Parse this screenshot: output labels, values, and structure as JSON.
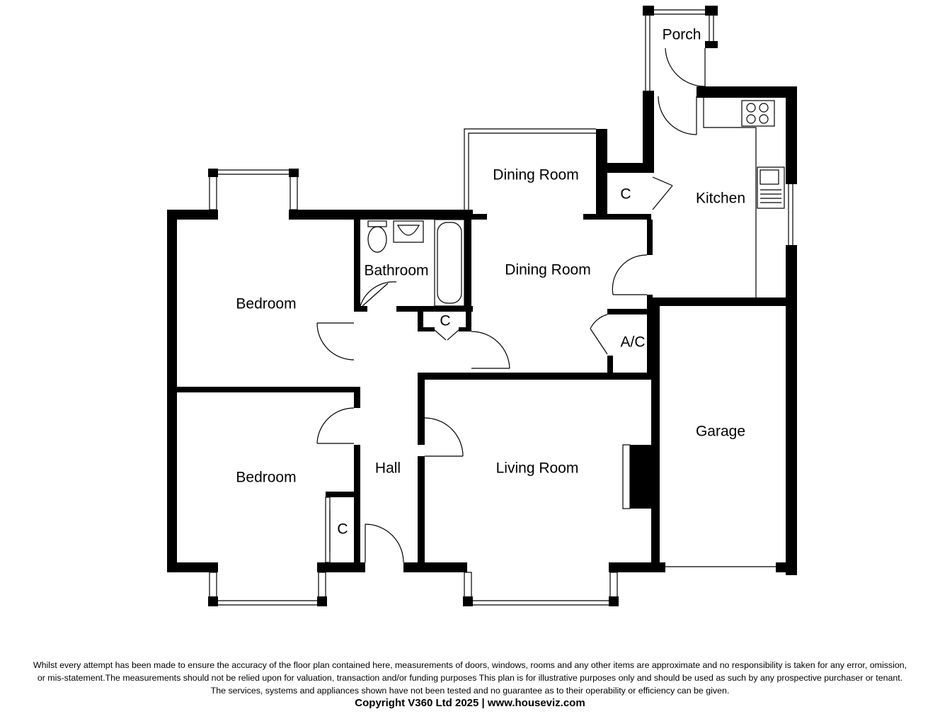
{
  "rooms": {
    "porch": "Porch",
    "kitchen": "Kitchen",
    "dining_room_upper": "Dining Room",
    "dining_room_lower": "Dining Room",
    "cupboard_dining": "C",
    "bathroom": "Bathroom",
    "cupboard_hall": "C",
    "bedroom_upper": "Bedroom",
    "bedroom_lower": "Bedroom",
    "cupboard_bedroom": "C",
    "airing_cupboard": "A/C",
    "hall": "Hall",
    "living_room": "Living Room",
    "garage": "Garage"
  },
  "disclaimer": {
    "line1": "Whilst every attempt has been made to ensure the accuracy of the floor plan contained here, measurements of doors, windows, rooms and any other items are approximate and no responsibility is taken for any error, omission,",
    "line2": "or mis-statement.The measurements should not be relied upon for valuation, transaction and/or funding purposes This plan is for illustrative purposes only and should be used as such by any prospective purchaser or tenant.",
    "line3": "The services, systems and appliances shown have not been tested and no guarantee as to their operability or efficiency can be given."
  },
  "copyright": "Copyright V360 Ltd 2025 | www.houseviz.com",
  "colors": {
    "wall": "#000000",
    "background": "#ffffff",
    "fixture_fill": "#ffffff"
  }
}
